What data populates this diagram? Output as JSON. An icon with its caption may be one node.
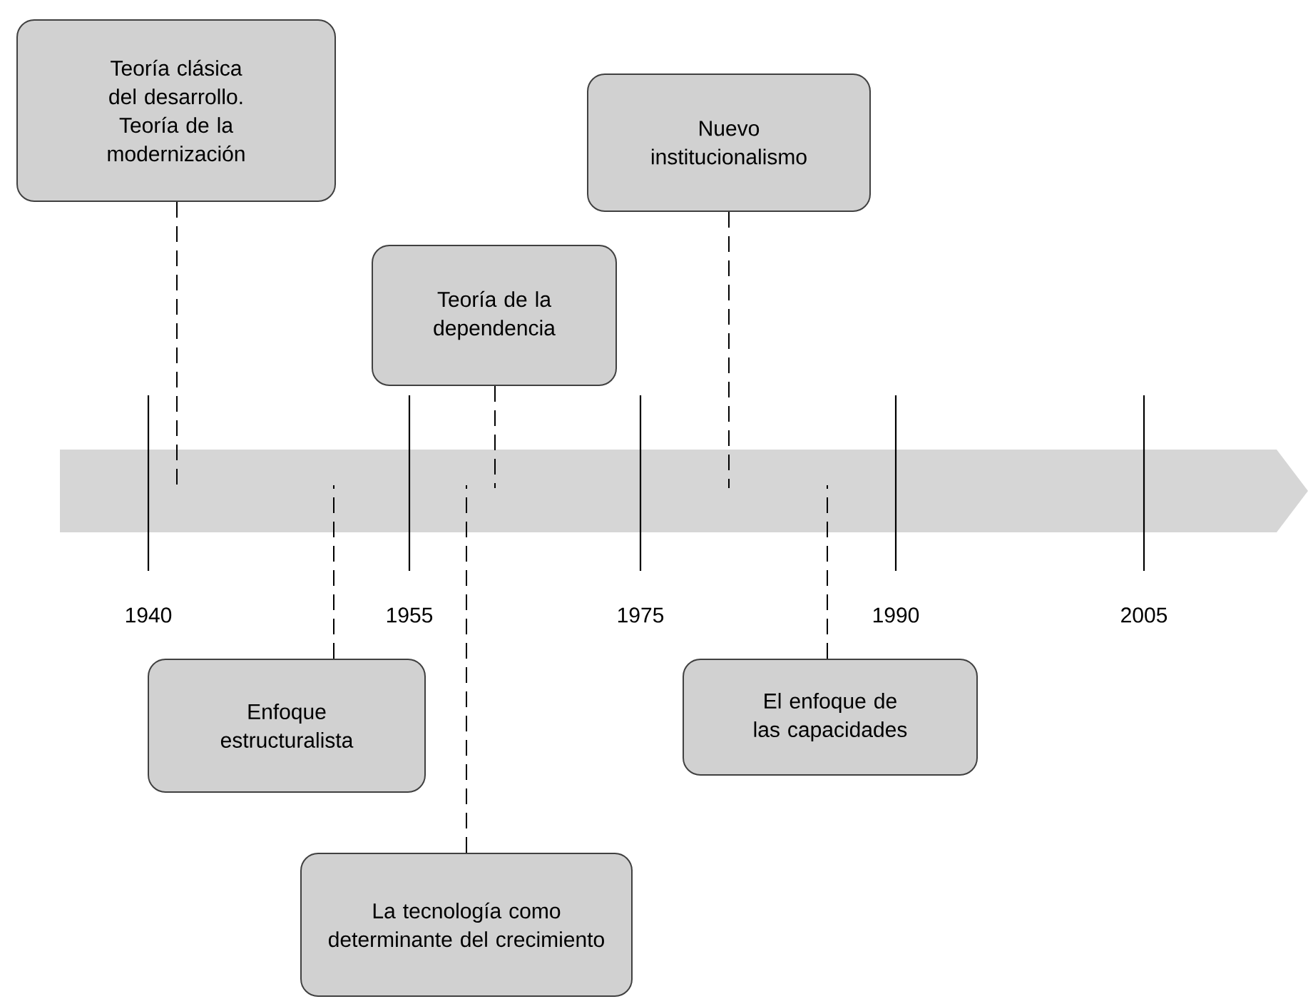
{
  "diagram": {
    "nodes": [
      {
        "text": [
          "Teoría clásica del desarrollo. Teoría de la modernización"
        ]
      },
      {
        "text": [
          "Nuevo institucionalismo"
        ]
      },
      {
        "text": [
          "Teoría de la dependencia"
        ]
      },
      {
        "text": [
          "Enfoque estructuralista"
        ]
      },
      {
        "text": [
          "El enfoque de las capacidades"
        ]
      },
      {
        "text": [
          "La tecnología como determinante del crecimiento"
        ]
      },
      {
        "text": [],
        "shape": "arrow"
      }
    ],
    "edges": [
      {
        "from": 0,
        "to": 6,
        "arrow": "none",
        "style": "dashed"
      },
      {
        "from": 1,
        "to": 6,
        "arrow": "none",
        "style": "dashed"
      },
      {
        "from": 2,
        "to": 6,
        "arrow": "none",
        "style": "dashed"
      },
      {
        "from": 3,
        "to": 6,
        "arrow": "none",
        "style": "dashed"
      },
      {
        "from": 4,
        "to": 6,
        "arrow": "none",
        "style": "dashed"
      },
      {
        "from": 5,
        "to": 6,
        "arrow": "none",
        "style": "dashed"
      }
    ],
    "labels": [
      "1940",
      "1955",
      "1975",
      "1990",
      "2005"
    ]
  }
}
